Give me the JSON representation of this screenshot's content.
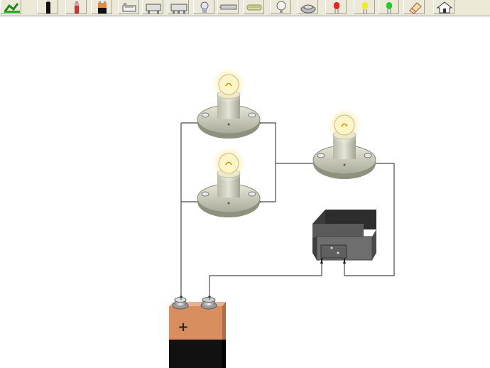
{
  "app": {
    "title": ""
  },
  "toolbar": {
    "buttons": [
      {
        "name": "wire-tool",
        "icon": "wire-icon"
      },
      {
        "name": "black-cell-tool",
        "icon": "cell-black-icon"
      },
      {
        "name": "red-cell-tool",
        "icon": "cell-red-icon"
      },
      {
        "name": "battery-9v-tool",
        "icon": "battery-icon"
      },
      {
        "name": "switch-tool",
        "icon": "switch-icon"
      },
      {
        "name": "relay-tool",
        "icon": "relay-icon"
      },
      {
        "name": "double-relay-tool",
        "icon": "double-relay-icon"
      },
      {
        "name": "bulb-tool",
        "icon": "bulb-icon"
      },
      {
        "name": "resistor-tool",
        "icon": "resistor-icon"
      },
      {
        "name": "fuse-tool",
        "icon": "fuse-icon"
      },
      {
        "name": "lamp-holder-tool",
        "icon": "lamp-holder-icon"
      },
      {
        "name": "buzzer-tool",
        "icon": "buzzer-icon"
      },
      {
        "name": "red-led-tool",
        "icon": "led-red-icon"
      },
      {
        "name": "yellow-led-tool",
        "icon": "led-yellow-icon"
      },
      {
        "name": "green-led-tool",
        "icon": "led-green-icon"
      },
      {
        "name": "eraser-tool",
        "icon": "eraser-icon"
      },
      {
        "name": "home-tool",
        "icon": "home-icon"
      }
    ]
  },
  "circuit": {
    "battery_polarity_label": "+",
    "bulbs": [
      {
        "name": "bulb-top-left",
        "lit": true
      },
      {
        "name": "bulb-bottom-left",
        "lit": true
      },
      {
        "name": "bulb-right",
        "lit": true
      }
    ],
    "switch_state": "on"
  },
  "colors": {
    "toolbar_bg": "#ece9d8",
    "wire": "#4a4a4a",
    "bulb_base": "#cfd0bd",
    "battery_orange": "#d98e5f",
    "battery_black": "#111111",
    "switch_body": "#555555"
  }
}
